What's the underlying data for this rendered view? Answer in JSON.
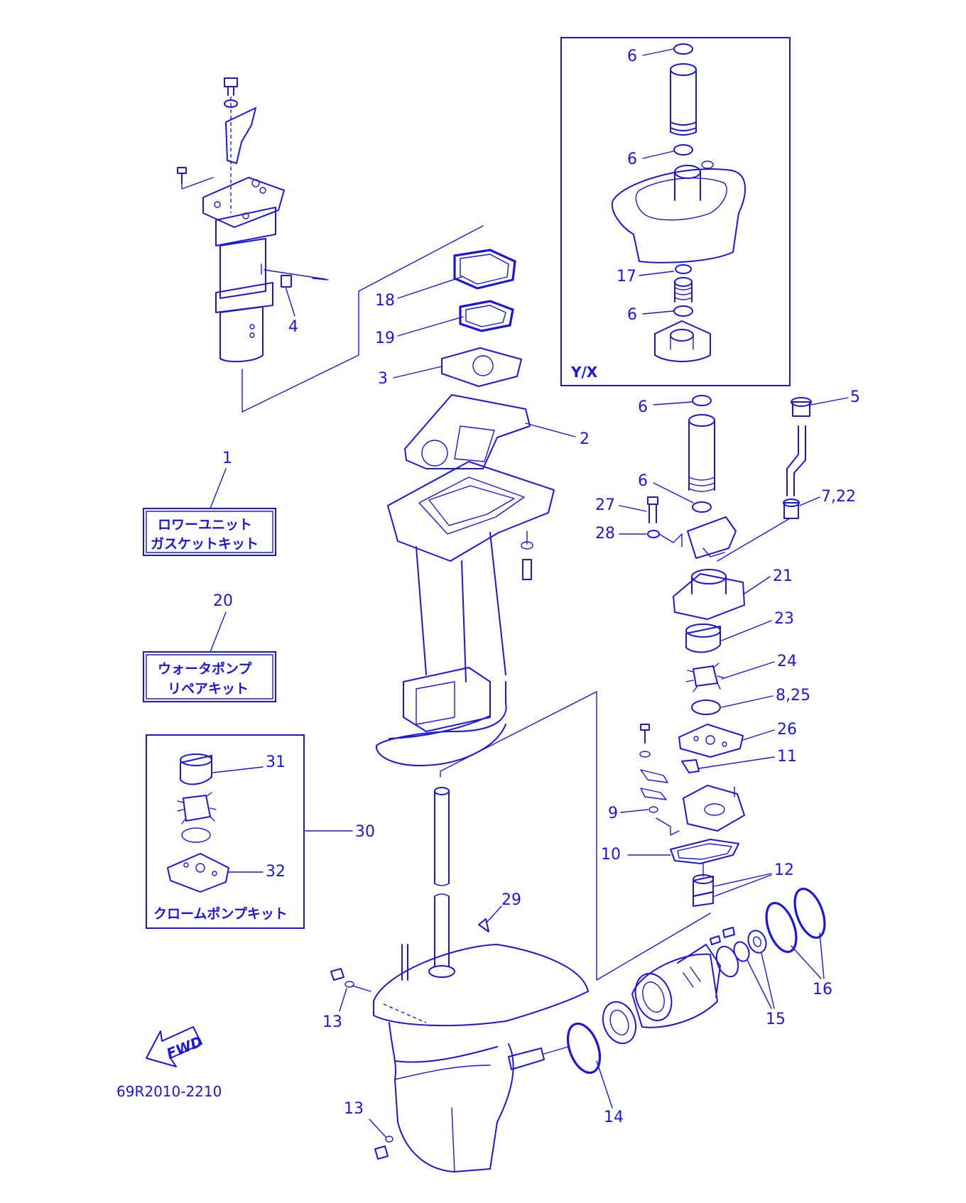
{
  "diagram": {
    "callouts": {
      "c1": "1",
      "c2": "2",
      "c3": "3",
      "c4": "4",
      "c5": "5",
      "c6a": "6",
      "c6b": "6",
      "c6c": "6",
      "c6d": "6",
      "c6e": "6",
      "c7_22": "7,22",
      "c8_25": "8,25",
      "c9": "9",
      "c10": "10",
      "c11": "11",
      "c12": "12",
      "c13a": "13",
      "c13b": "13",
      "c14": "14",
      "c15": "15",
      "c16": "16",
      "c17": "17",
      "c18": "18",
      "c19": "19",
      "c20": "20",
      "c21": "21",
      "c23": "23",
      "c24": "24",
      "c26": "26",
      "c27": "27",
      "c28": "28",
      "c29": "29",
      "c30": "30",
      "c31": "31",
      "c32": "32"
    },
    "kits": {
      "lower_unit_gasket_line1": "ロワーユニット",
      "lower_unit_gasket_line2": "ガスケットキット",
      "water_pump_repair_line1": "ウォータポンプ",
      "water_pump_repair_line2": "リペアキット",
      "chrome_pump_kit": "クロームポンプキット"
    },
    "variant_label": "Y/X",
    "direction_label": "FWD",
    "drawing_code": "69R2010-2210",
    "color": "#1a16e0"
  }
}
